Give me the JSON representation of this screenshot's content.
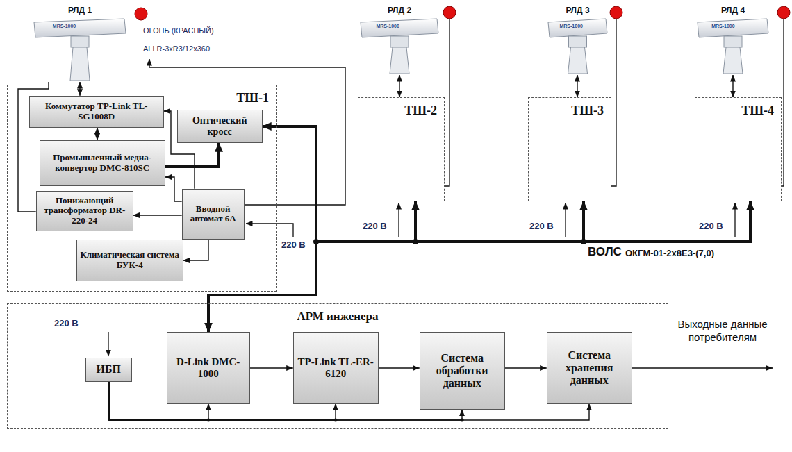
{
  "diagram": {
    "nodes": [
      {
        "text": [
          "РЛД 1",
          "MRS-1000"
        ]
      },
      {
        "text": [
          "ОГОНЬ (КРАСНЫЙ)",
          "ALLR-3xR3/12x360"
        ]
      },
      {
        "text": [
          "ТШ-1"
        ]
      },
      {
        "text": [
          "Коммутатор TP-Link TL-SG1008D"
        ],
        "in": 2
      },
      {
        "text": [
          "Оптический кросс"
        ],
        "in": 2
      },
      {
        "text": [
          "Промышленный медиа-конвертор DMC-810SC"
        ],
        "in": 2
      },
      {
        "text": [
          "Понижающий трансформатор DR-220-24"
        ],
        "in": 2
      },
      {
        "text": [
          "Вводной автомат 6А"
        ],
        "in": 2
      },
      {
        "text": [
          "Климатическая система БУК-4"
        ],
        "in": 2
      },
      {
        "text": [
          "РЛД 2",
          "MRS-1000"
        ]
      },
      {
        "text": [
          "ТШ-2"
        ]
      },
      {
        "text": [
          "РЛД 3",
          "MRS-1000"
        ]
      },
      {
        "text": [
          "ТШ-3"
        ]
      },
      {
        "text": [
          "РЛД 4",
          "MRS-1000"
        ]
      },
      {
        "text": [
          "ТШ-4"
        ]
      },
      {
        "text": [
          "АРМ инженера"
        ]
      },
      {
        "text": [
          "ИБП"
        ],
        "in": 15
      },
      {
        "text": [
          "D-Link DMC-1000"
        ],
        "in": 15
      },
      {
        "text": [
          "TP-Link TL-ER-6120"
        ],
        "in": 15
      },
      {
        "text": [
          "Система обработки данных"
        ],
        "in": 15
      },
      {
        "text": [
          "Система хранения данных"
        ],
        "in": 15
      }
    ],
    "edges": [
      {
        "from": 0,
        "to": 3,
        "arrow": "both"
      },
      {
        "from": 3,
        "to": 5,
        "arrow": "both"
      },
      {
        "from": 5,
        "to": 4,
        "arrow": "to"
      },
      {
        "from": 7,
        "to": 3,
        "arrow": "to"
      },
      {
        "from": 7,
        "to": 5,
        "arrow": "to"
      },
      {
        "from": 7,
        "to": 6,
        "arrow": "to"
      },
      {
        "from": 7,
        "to": 8,
        "arrow": "to"
      },
      {
        "from": 6,
        "to": 0,
        "arrow": "none"
      },
      {
        "from": 7,
        "to": 1,
        "arrow": "to"
      },
      {
        "from": 4,
        "to": 17,
        "arrow": "both"
      },
      {
        "from": 17,
        "to": 10,
        "arrow": "to"
      },
      {
        "from": 17,
        "to": 12,
        "arrow": "to"
      },
      {
        "from": 17,
        "to": 14,
        "arrow": "to"
      },
      {
        "from": 9,
        "to": 10,
        "arrow": "both"
      },
      {
        "from": 11,
        "to": 12,
        "arrow": "both"
      },
      {
        "from": 13,
        "to": 14,
        "arrow": "both"
      },
      {
        "from": 17,
        "to": 18,
        "arrow": "to"
      },
      {
        "from": 18,
        "to": 19,
        "arrow": "to"
      },
      {
        "from": 19,
        "to": 20,
        "arrow": "to"
      },
      {
        "from": 16,
        "to": 17,
        "arrow": "to"
      },
      {
        "from": 16,
        "to": 18,
        "arrow": "to"
      },
      {
        "from": 16,
        "to": 19,
        "arrow": "to"
      },
      {
        "from": 16,
        "to": 20,
        "arrow": "to"
      }
    ],
    "labels": [
      "220 В",
      "220 В",
      "220 В",
      "220 В",
      "ВОЛС",
      "ОКГМ-01-2x8Е3-(7,0)",
      "220 В",
      "Выходные данные потребителям"
    ]
  }
}
